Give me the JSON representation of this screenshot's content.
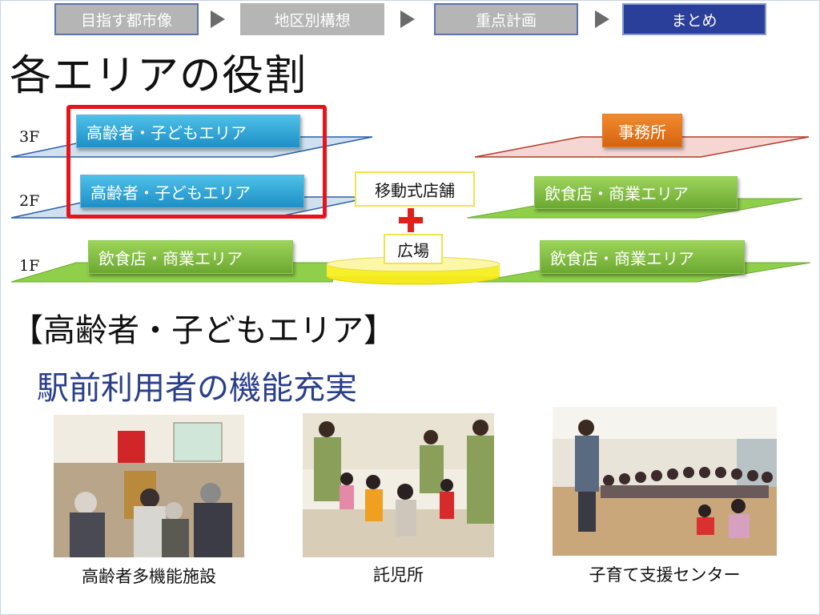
{
  "nav": {
    "steps": [
      "目指す都市像",
      "地区別構想",
      "重点計画",
      "まとめ"
    ]
  },
  "page_title": "各エリアの役割",
  "floors": {
    "f3": "3F",
    "f2": "2F",
    "f1": "1F"
  },
  "areas": {
    "elderly_kids_3f": "高齢者・子どもエリア",
    "elderly_kids_2f": "高齢者・子どもエリア",
    "office_3f": "事務所",
    "mobile_store": "移動式店舗",
    "plaza": "広場",
    "dining_2f_right": "飲食店・商業エリア",
    "dining_1f_left": "飲食店・商業エリア",
    "dining_1f_right": "飲食店・商業エリア"
  },
  "section_heading": "【高齢者・子どもエリア】",
  "section_subtitle": "駅前利用者の機能充実",
  "photos": [
    {
      "caption": "高齢者多機能施設"
    },
    {
      "caption": "託児所"
    },
    {
      "caption": "子育て支援センター"
    }
  ],
  "colors": {
    "nav_active": "#2a3f9a",
    "nav_inactive": "#b5b5b5",
    "highlight": "#e8141b",
    "blue_area": "#1d8fc6",
    "green_area": "#6ca832",
    "orange_area": "#d4640f",
    "subtitle": "#2a3f8a"
  }
}
